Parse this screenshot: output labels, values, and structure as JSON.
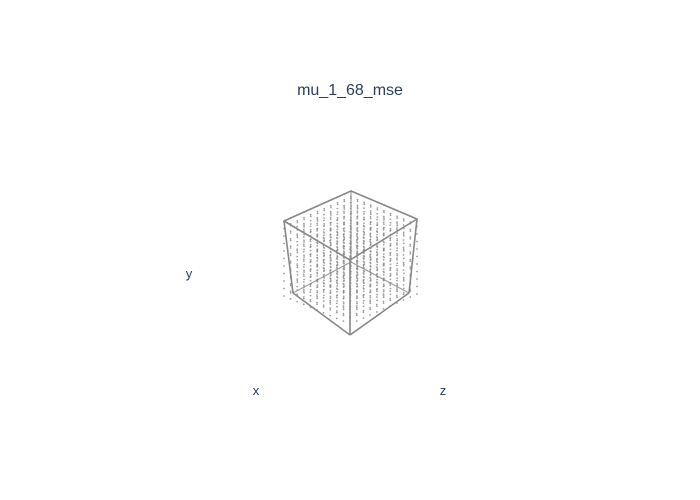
{
  "chart_data": {
    "type": "scatter3d",
    "title": "mu_1_68_mse",
    "xlabel": "x",
    "ylabel": "y",
    "zlabel": "z",
    "grid": true,
    "colors": {
      "points": "#7f7f7f",
      "edges": "#888888",
      "title": "#2a3f5f",
      "background": "#ffffff"
    }
  }
}
